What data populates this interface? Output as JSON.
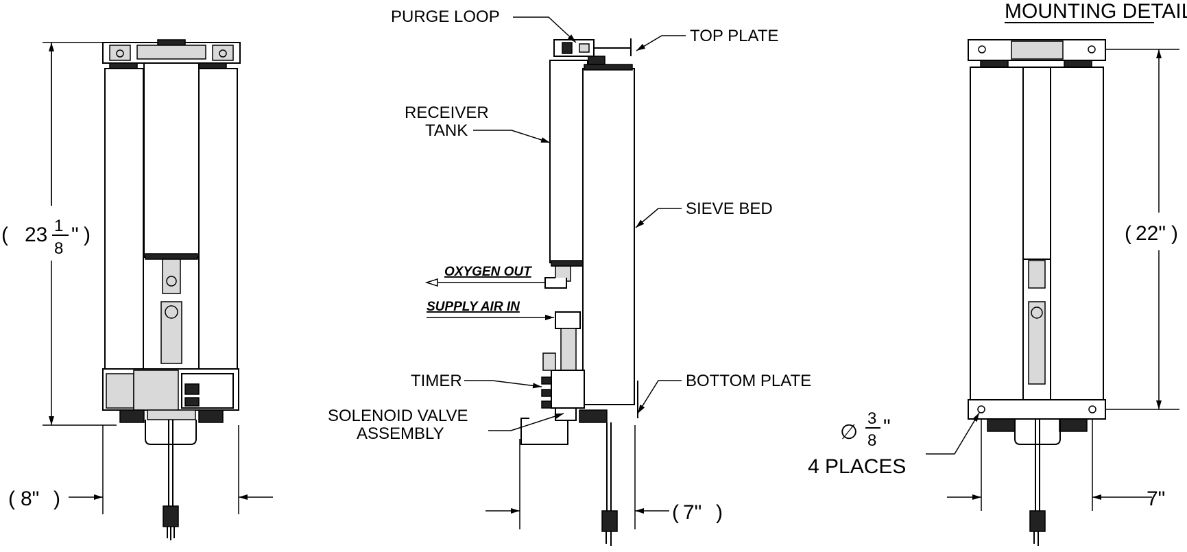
{
  "left_view": {
    "height_dim": {
      "whole": "23",
      "num": "1",
      "den": "8",
      "unit": "\""
    },
    "width_dim": "8\""
  },
  "side_view": {
    "labels": {
      "purge_loop": "PURGE LOOP",
      "top_plate": "TOP PLATE",
      "receiver_tank_1": "RECEIVER",
      "receiver_tank_2": "TANK",
      "sieve_bed": "SIEVE BED",
      "oxygen_out": "OXYGEN OUT",
      "supply_air_in": "SUPPLY AIR IN",
      "timer": "TIMER",
      "bottom_plate": "BOTTOM PLATE",
      "solenoid_1": "SOLENOID VALVE",
      "solenoid_2": "ASSEMBLY"
    },
    "width_dim": "7\""
  },
  "mounting_view": {
    "title": "MOUNTING DETAIL",
    "height_dim": "22\"",
    "hole_dim": {
      "symbol": "∅",
      "num": "3",
      "den": "8",
      "unit": "\""
    },
    "hole_count": "4 PLACES",
    "width_dim": "7\""
  },
  "colors": {
    "line": "#000000",
    "background": "#ffffff",
    "fill_gray": "#d9d9d9"
  }
}
